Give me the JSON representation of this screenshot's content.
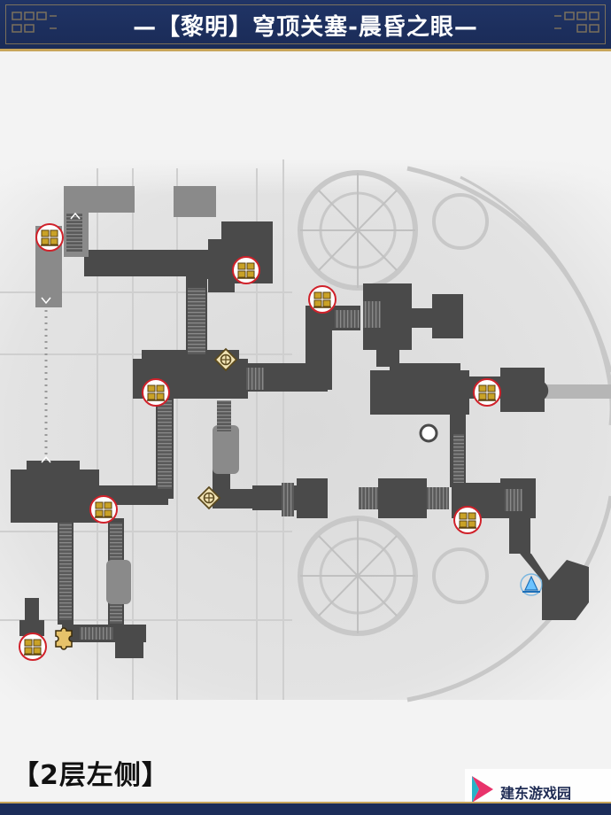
{
  "header": {
    "title": "—【黎明】穹顶关塞-晨昏之眼—"
  },
  "floor": {
    "label": "【2层左侧】"
  },
  "watermark": {
    "text": "建东游戏园"
  },
  "markers": {
    "chest_icon": "treasure-chest-icon",
    "puzzle_icon": "puzzle-piece-icon",
    "teleport_icon": "space-anchor-icon",
    "compass_icon": "ornate-compass-icon"
  },
  "colors": {
    "header_bg": "#1e3163",
    "header_gold": "#c8a55a",
    "corridor": "#4a4a4a",
    "chest_ring": "#d0212a",
    "chest_gold": "#c9a227",
    "teleport_blue": "#3a9be0"
  }
}
